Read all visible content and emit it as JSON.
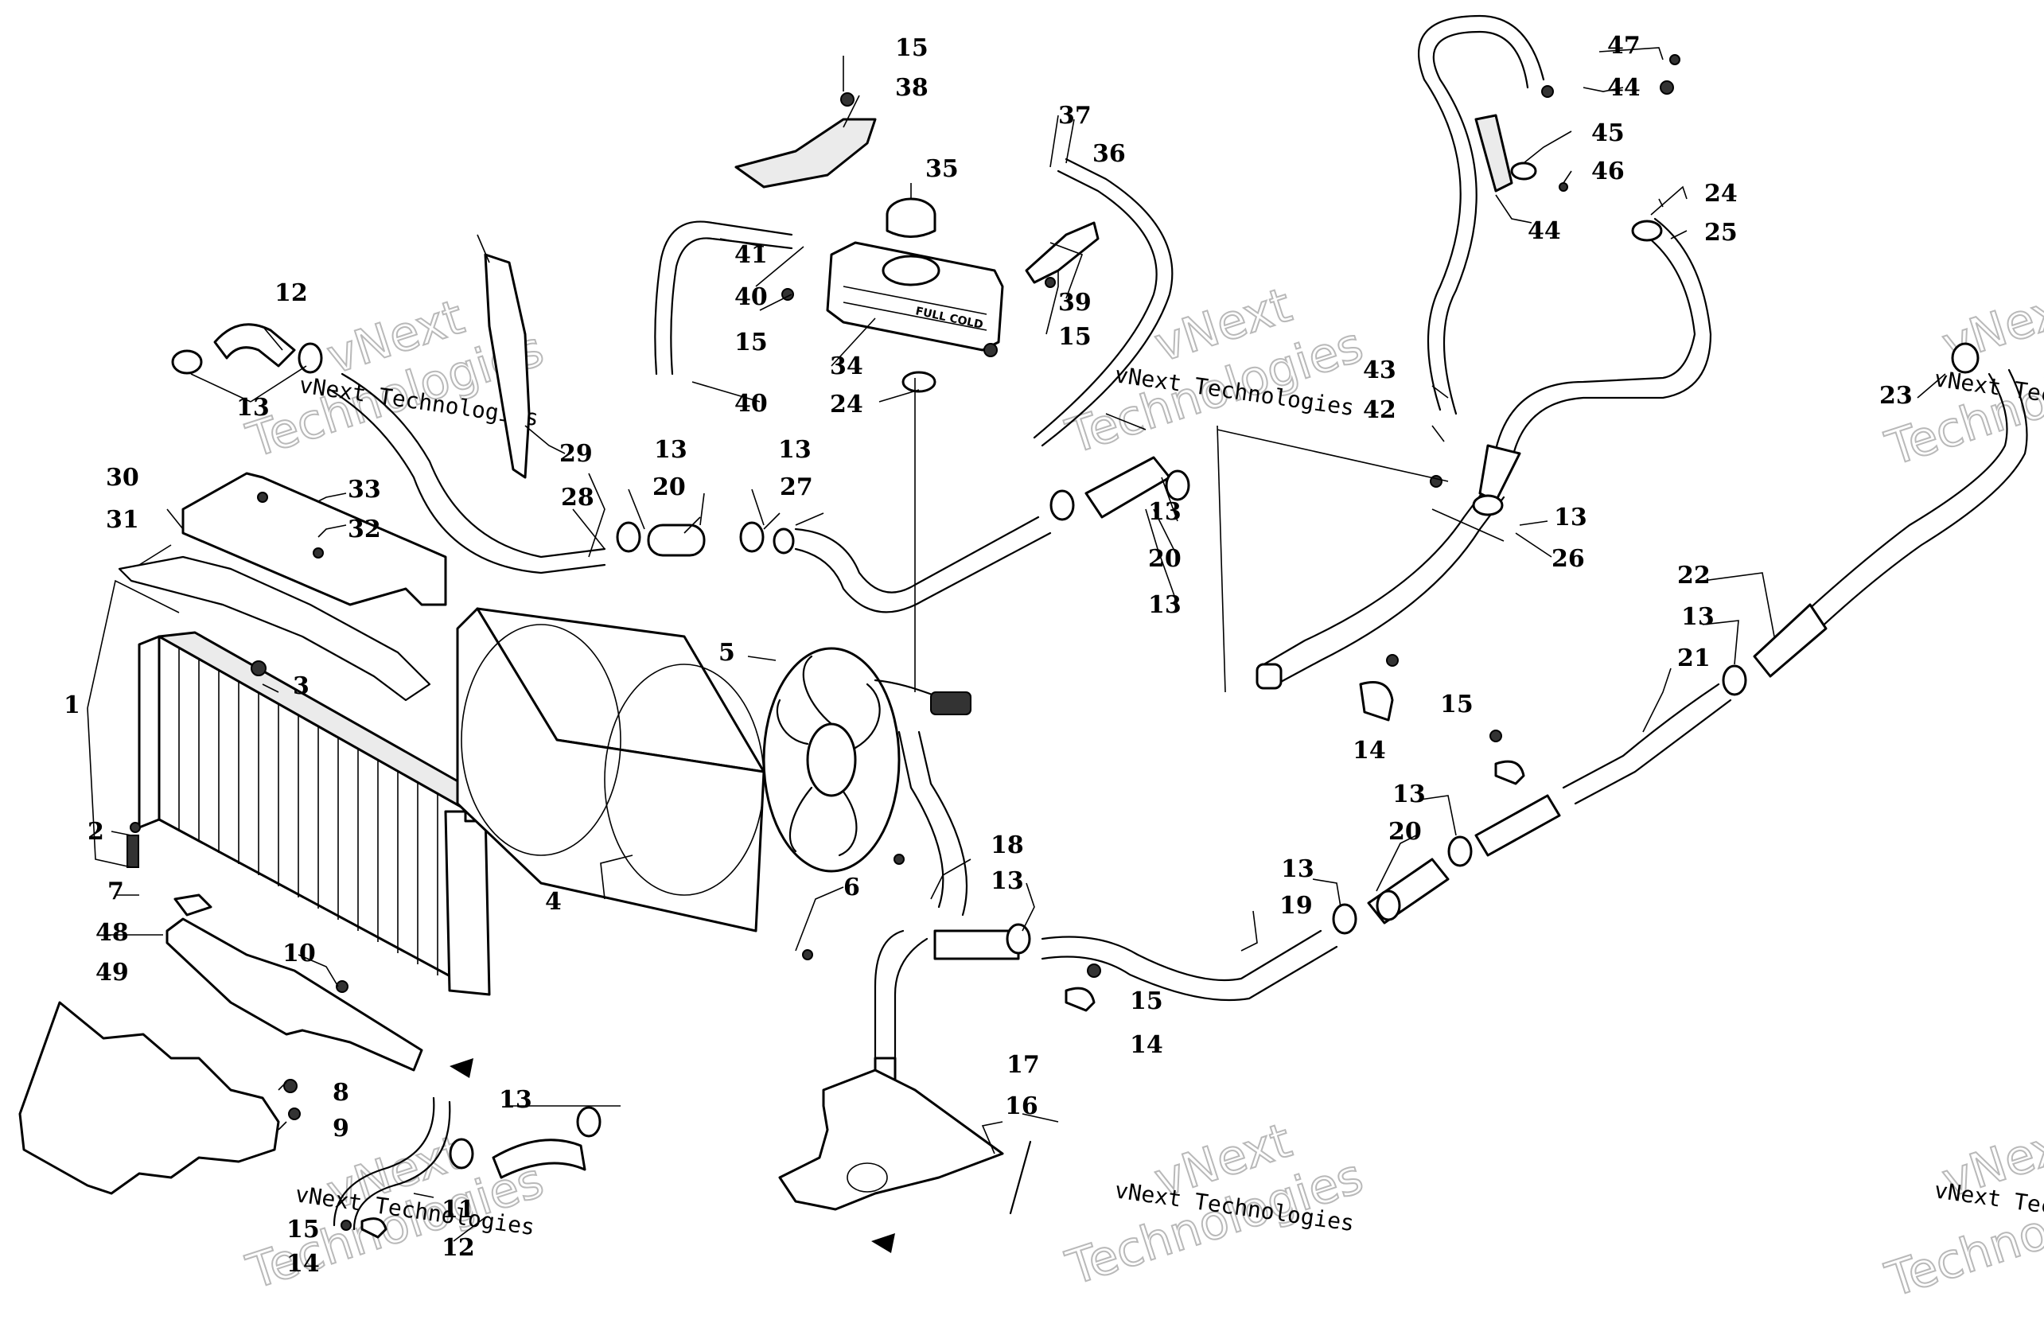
{
  "callouts": {
    "c1": "1",
    "c2": "2",
    "c3": "3",
    "c4": "4",
    "c5": "5",
    "c6": "6",
    "c7": "7",
    "c8": "8",
    "c9": "9",
    "c10": "10",
    "c11": "11",
    "c12a": "12",
    "c12b": "12",
    "c13a": "13",
    "c13b": "13",
    "c13c": "13",
    "c13d": "13",
    "c13e": "13",
    "c13f": "13",
    "c13g": "13",
    "c13h": "13",
    "c13i": "13",
    "c13j": "13",
    "c13k": "13",
    "c13l": "13",
    "c14a": "14",
    "c14b": "14",
    "c14c": "14",
    "c15a": "15",
    "c15b": "15",
    "c15c": "15",
    "c15d": "15",
    "c15e": "15",
    "c15f": "15",
    "c16": "16",
    "c17": "17",
    "c18": "18",
    "c19": "19",
    "c20a": "20",
    "c20b": "20",
    "c20c": "20",
    "c21": "21",
    "c22": "22",
    "c23": "23",
    "c24a": "24",
    "c24b": "24",
    "c25": "25",
    "c26": "26",
    "c27": "27",
    "c28": "28",
    "c29": "29",
    "c30": "30",
    "c31": "31",
    "c32": "32",
    "c33": "33",
    "c34": "34",
    "c35": "35",
    "c36": "36",
    "c37": "37",
    "c38": "38",
    "c39": "39",
    "c40a": "40",
    "c40b": "40",
    "c41": "41",
    "c42": "42",
    "c43": "43",
    "c44a": "44",
    "c44b": "44",
    "c45": "45",
    "c46": "46",
    "c47": "47",
    "c48": "48",
    "c49": "49"
  },
  "tank_label": "FULL COLD",
  "watermark": {
    "line1": "vNext",
    "line2": "Technologies",
    "inline": "vNext Technologies"
  }
}
